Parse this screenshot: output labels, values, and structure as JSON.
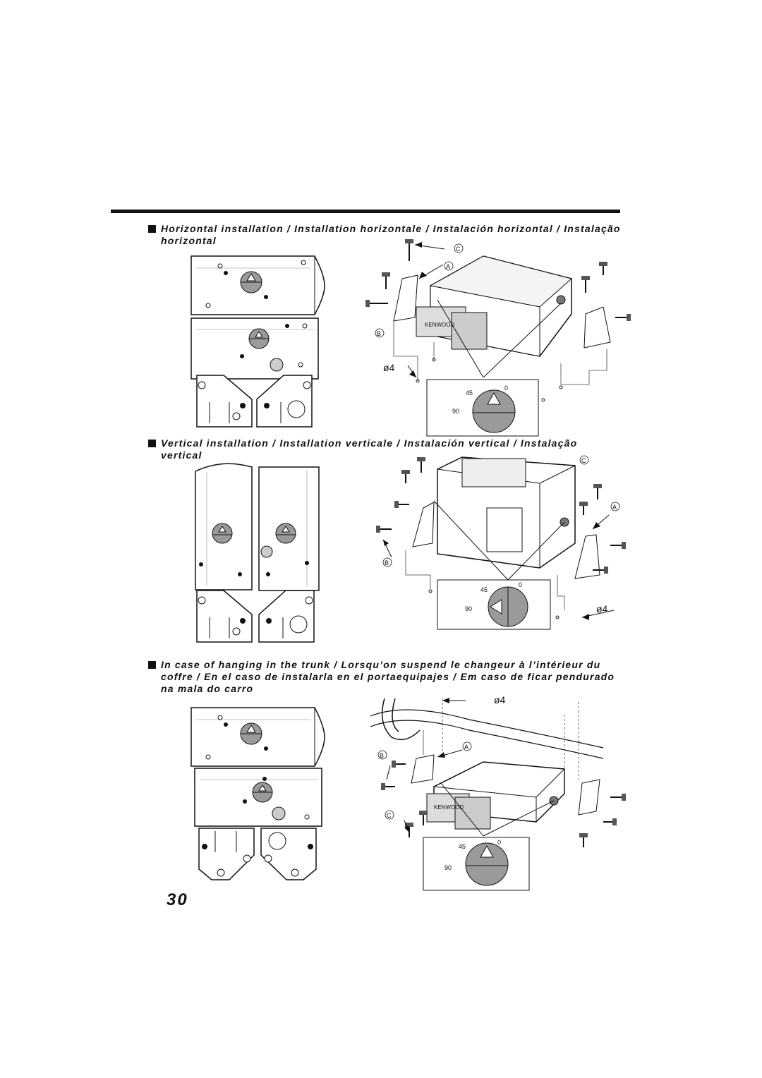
{
  "headings": {
    "horizontal": "Horizontal installation / Installation horizontale / Instalación horizontal / Instalação horizontal",
    "vertical": "Vertical installation / Installation verticale / Instalación vertical / Instalação vertical",
    "trunk": "In case of hanging in the trunk / Lorsqu’on suspend le changeur à l’intérieur du coffre / En el caso de instalarla en el portaequipajes / Em caso de ficar pendurado na mala do carro"
  },
  "labels": {
    "part_a": "A",
    "part_b": "B",
    "part_c": "C",
    "hole": "ø4",
    "angle_0": "0",
    "angle_45": "45",
    "angle_90": "90",
    "brand": "KENWOOD"
  },
  "page_number": "30"
}
